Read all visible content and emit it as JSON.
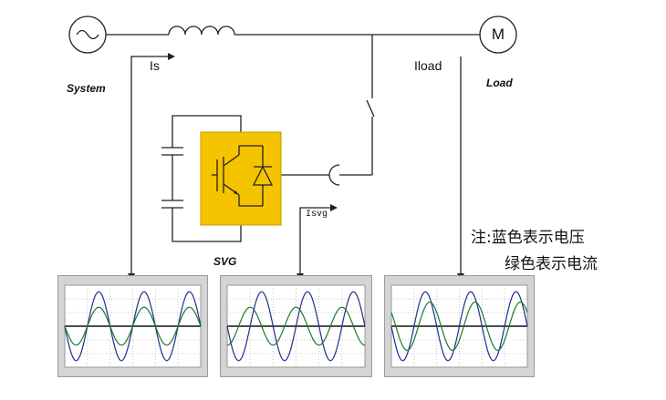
{
  "labels": {
    "is": "Is",
    "iload": "Iload",
    "isvg": "Isvg",
    "system": "System",
    "load": "Load",
    "svg": "SVG",
    "motor": "M"
  },
  "note": {
    "line1": "注:蓝色表示电压",
    "line2": "绿色表示电流"
  },
  "colors": {
    "voltage": "#1f2f8f",
    "current": "#1a7a2a",
    "converter_fill": "#f5c400",
    "scope_bg": "#d4d4d4"
  },
  "scopes": [
    {
      "voltage_amp": 1.0,
      "current_amp": 0.55,
      "current_phase_deg": 0
    },
    {
      "voltage_amp": 1.0,
      "current_amp": 0.55,
      "current_phase_deg": 90
    },
    {
      "voltage_amp": 1.0,
      "current_amp": 0.7,
      "current_phase_deg": -35
    }
  ]
}
